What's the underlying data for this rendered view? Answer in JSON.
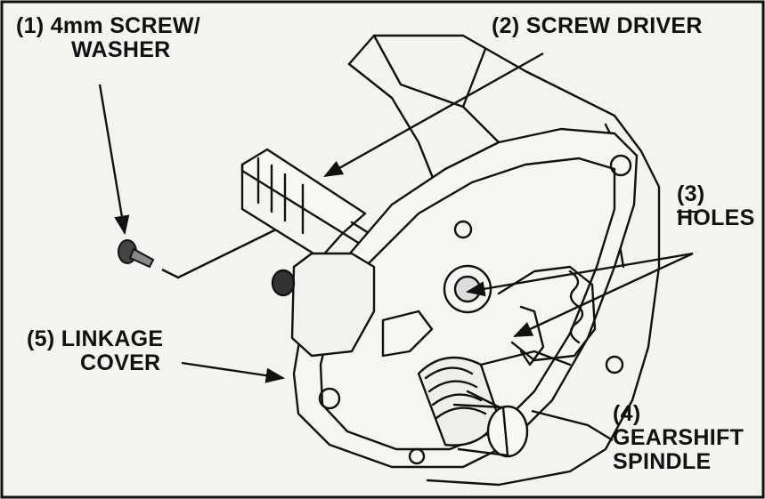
{
  "labels": {
    "screw_washer": {
      "line1": "(1) 4mm SCREW/",
      "line2": "WASHER"
    },
    "screw_driver": {
      "line1": "(2) SCREW DRIVER"
    },
    "holes": {
      "line1": "(3)",
      "line2": "HOLES"
    },
    "gearshift_spindle": {
      "line1": "(4)",
      "line2": "GEARSHIFT",
      "line3": "SPINDLE"
    },
    "linkage_cover": {
      "line1": "(5) LINKAGE",
      "line2": "COVER"
    }
  },
  "colors": {
    "ink": "#111111",
    "paper": "#f4f3f0"
  }
}
